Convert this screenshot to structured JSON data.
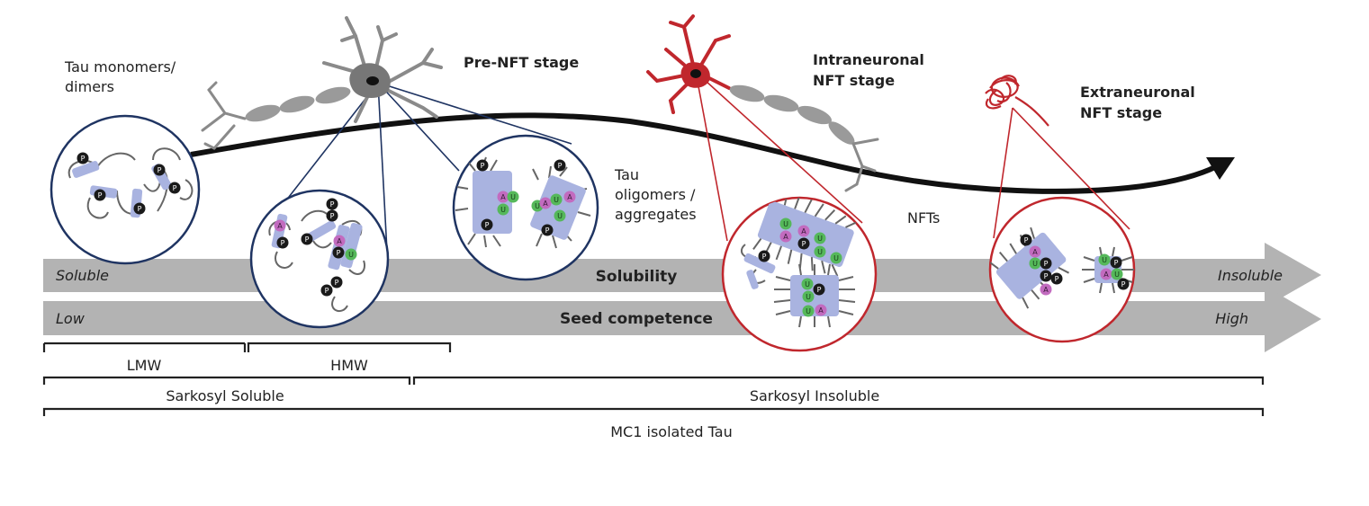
{
  "labels": {
    "tau_monomers_line1": "Tau monomers/",
    "tau_monomers_line2": "dimers",
    "pre_nft": "Pre-NFT stage",
    "intraneuronal_line1": "Intraneuronal",
    "intraneuronal_line2": "NFT stage",
    "extraneuronal_line1": "Extraneuronal",
    "extraneuronal_line2": "NFT stage",
    "tau_oligomers_line1": "Tau",
    "tau_oligomers_line2": "oligomers /",
    "tau_oligomers_line3": "aggregates",
    "nfts": "NFTs"
  },
  "arrows": {
    "solubility": {
      "left": "Soluble",
      "center": "Solubility",
      "right": "Insoluble"
    },
    "seed": {
      "left": "Low",
      "center": "Seed competence",
      "right": "High"
    }
  },
  "brackets": {
    "lmw": "LMW",
    "hmw": "HMW",
    "sarkosyl_soluble": "Sarkosyl Soluble",
    "sarkosyl_insoluble": "Sarkosyl Insoluble",
    "mc1": "MC1 isolated Tau"
  },
  "markers": {
    "p": "P",
    "a": "A",
    "u": "U"
  },
  "colors": {
    "navy": "#1f3462",
    "red": "#c0272d",
    "arrow_gray": "#b3b3b3",
    "rod_blue": "#a9b3e0",
    "p_black": "#1a1a1a",
    "a_pink": "#c26bbf",
    "u_green": "#55b85a"
  }
}
